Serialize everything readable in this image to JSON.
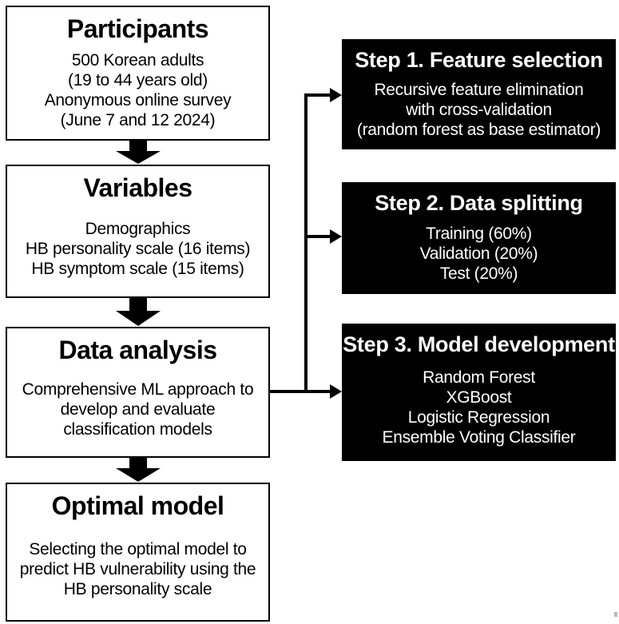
{
  "figure": {
    "type": "flowchart",
    "description_colors": {
      "background": "#ffffff",
      "process_box_border": "#000000",
      "process_box_text": "#000000",
      "step_box_background": "#000000",
      "step_box_text": "#ffffff",
      "arrow": "#000000"
    }
  },
  "left_column": [
    {
      "title": "Participants",
      "lines": [
        "500 Korean adults",
        "(19 to 44 years old)",
        "Anonymous online survey",
        "(June 7 and 12 2024)"
      ]
    },
    {
      "title": "Variables",
      "lines": [
        "Demographics",
        "HB personality scale (16 items)",
        "HB symptom scale (15 items)"
      ]
    },
    {
      "title": "Data analysis",
      "lines": [
        "Comprehensive ML approach to",
        "develop and evaluate",
        "classification models"
      ]
    },
    {
      "title": "Optimal model",
      "lines": [
        "Selecting the optimal model to",
        "predict HB vulnerability using the",
        "HB personality scale"
      ]
    }
  ],
  "right_column": [
    {
      "title": "Step 1. Feature selection",
      "lines": [
        "Recursive feature elimination",
        "with cross-validation",
        "(random forest as base estimator)"
      ]
    },
    {
      "title": "Step 2. Data splitting",
      "lines": [
        "Training (60%)",
        "Validation (20%)",
        "Test (20%)"
      ]
    },
    {
      "title": "Step 3. Model development",
      "lines": [
        "Random Forest",
        "XGBoost",
        "Logistic Regression",
        "Ensemble Voting Classifier"
      ]
    }
  ]
}
